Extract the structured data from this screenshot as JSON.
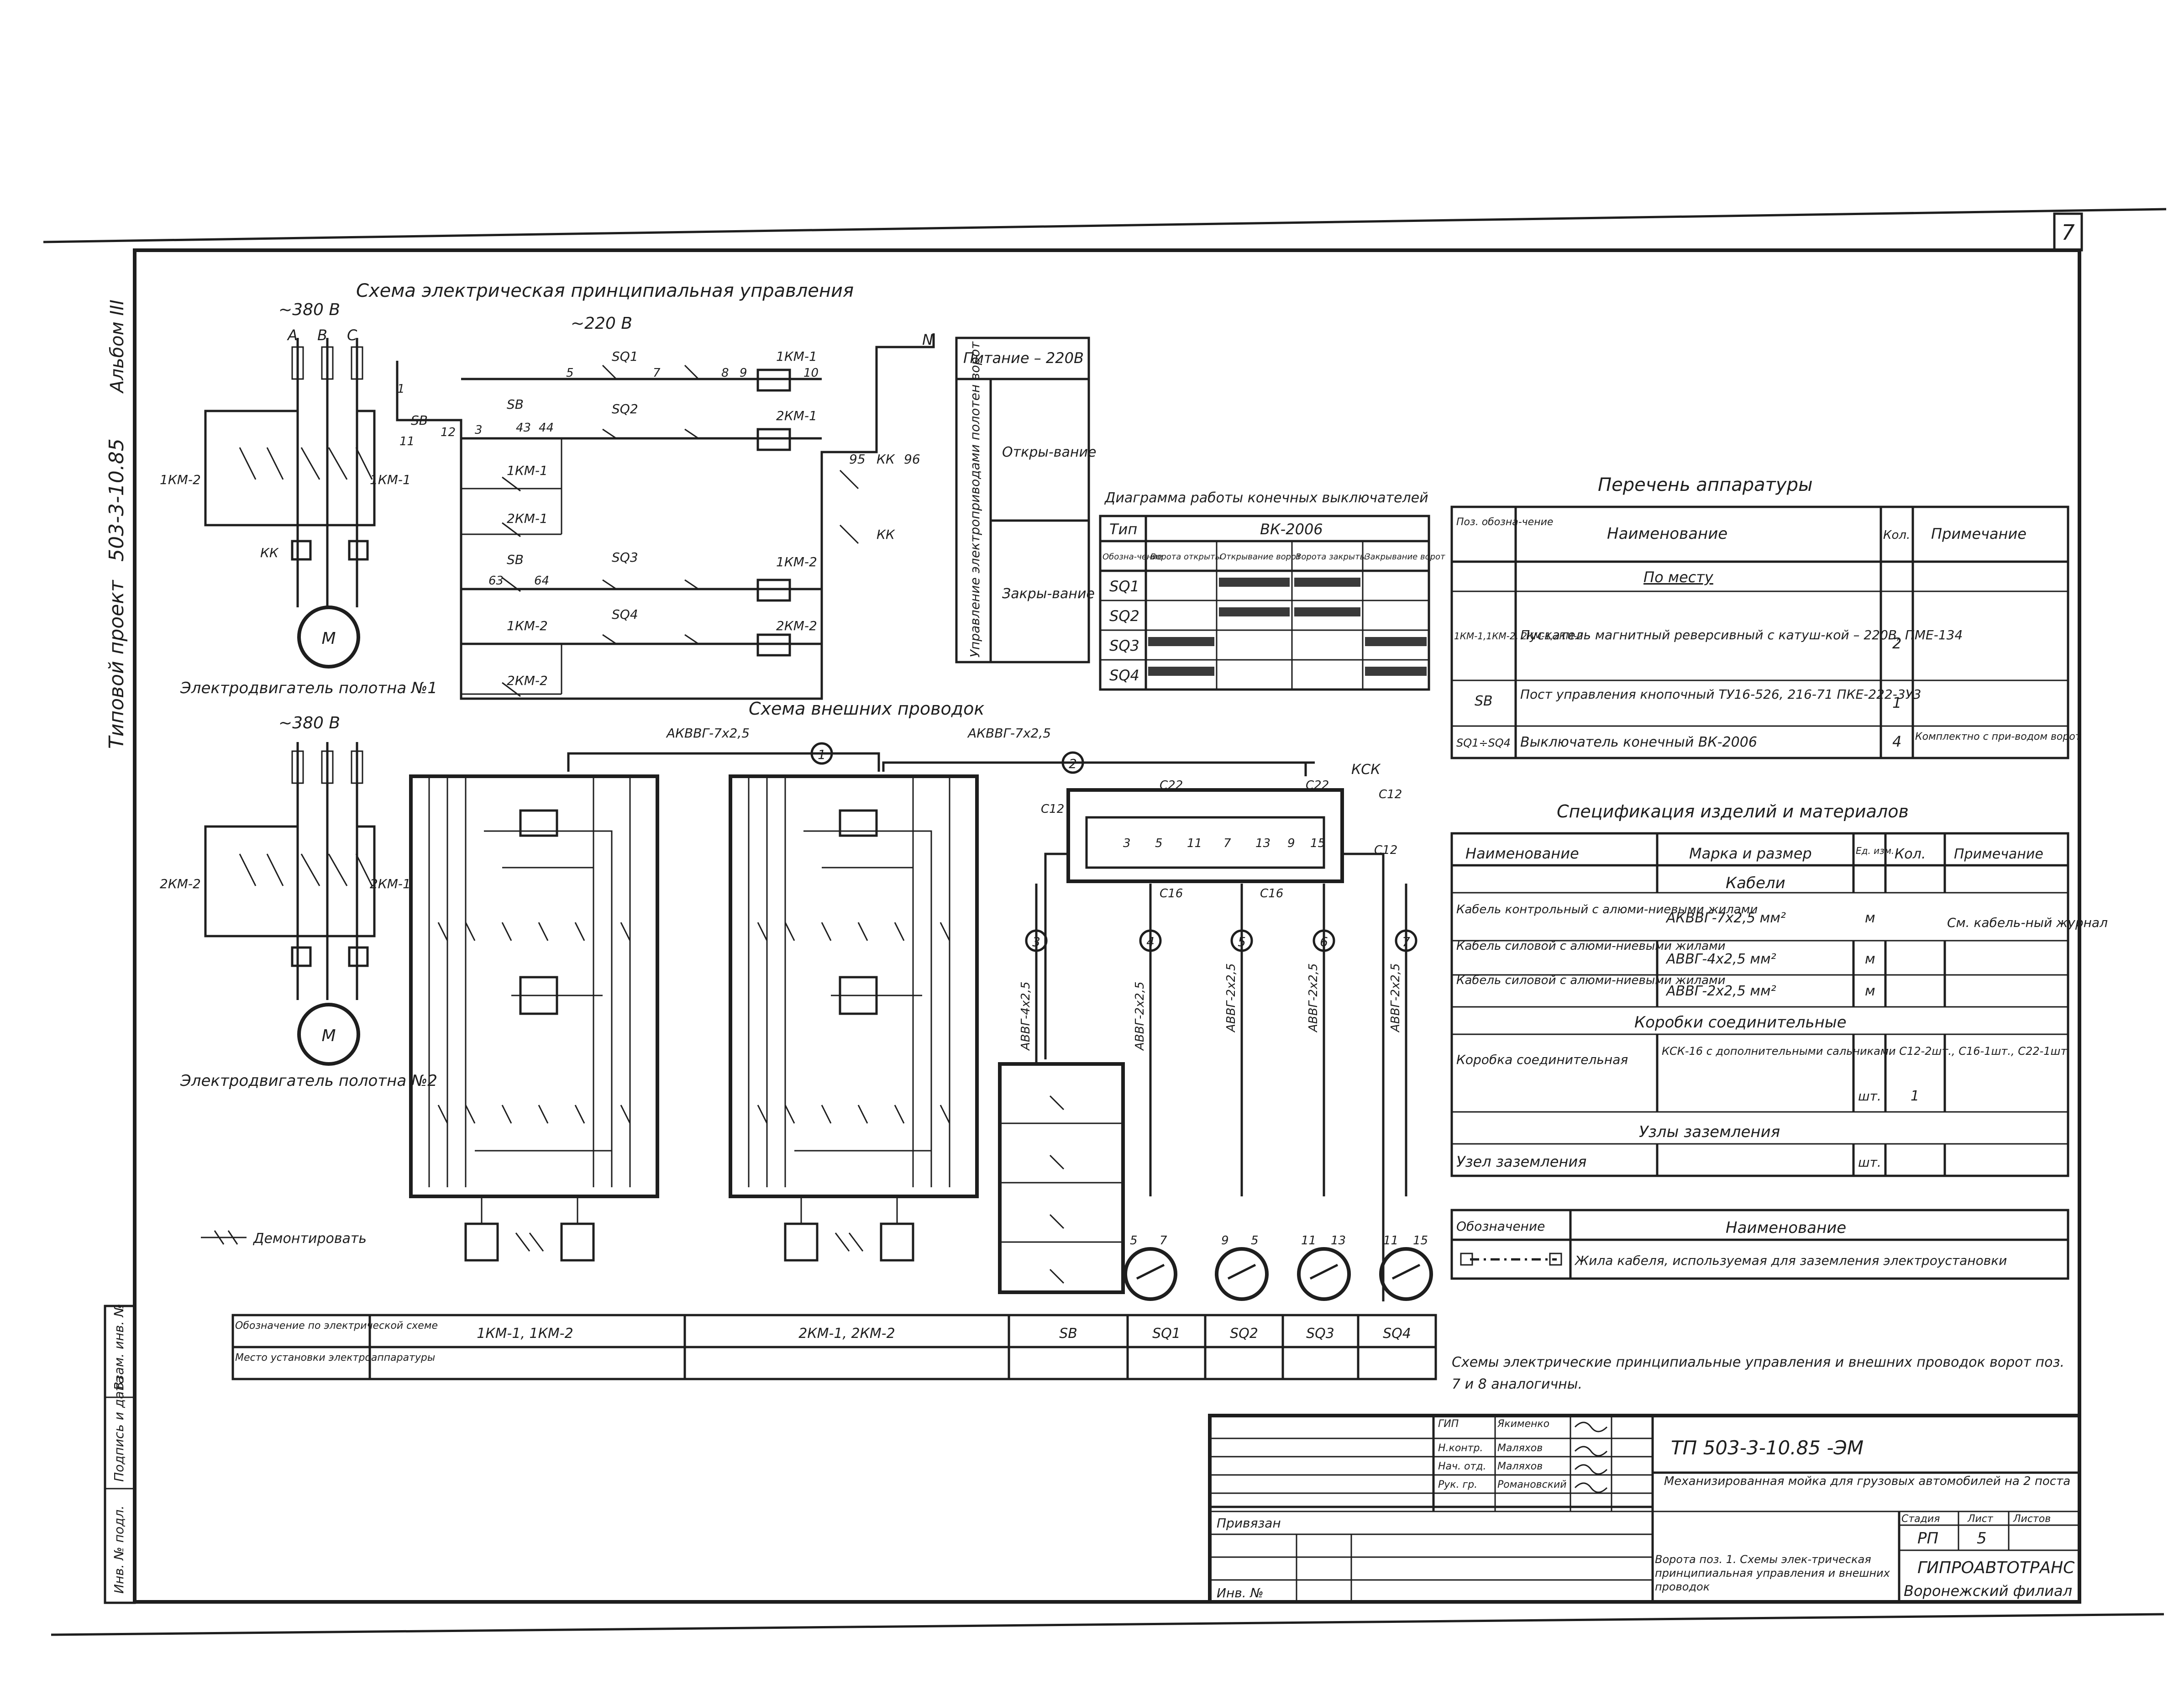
{
  "sheet": {
    "page_number": "7",
    "side_project": "Типовой проект",
    "side_code": "503-3-10.85",
    "side_album": "Альбом III"
  },
  "control_scheme": {
    "title": "Схема электрическая принципиальная управления",
    "supply_380": "~380 В",
    "supply_220": "~220 В",
    "phases": [
      "А",
      "В",
      "С"
    ],
    "neutral": "N",
    "motor_symbol": "М",
    "thermal_relay": "КК",
    "contactor_left": "1КМ-2",
    "contactor_right": "1КМ-1",
    "motor1_label": "Электродвигатель полотна №1",
    "motor2_label": "Электродвигатель полотна №2",
    "contactor2_left": "2КМ-2",
    "contactor2_right": "2КМ-1",
    "nodes": [
      "1",
      "3",
      "5",
      "7",
      "8",
      "9",
      "10",
      "11",
      "12",
      "43",
      "44",
      "63",
      "64",
      "95",
      "96"
    ],
    "elements": [
      "SB",
      "SQ1",
      "SQ2",
      "SQ3",
      "SQ4",
      "1КМ-1",
      "1КМ-2",
      "2КМ-1",
      "2КМ-2",
      "КК"
    ]
  },
  "control_legend": {
    "power": "Питание – 220В",
    "vertical_label": "Управление электроприводами полотен ворот",
    "opening": "Откры-вание",
    "closing": "Закры-вание"
  },
  "switch_diagram": {
    "title": "Диаграмма работы конечных выключателей",
    "col_type": "Тип",
    "type_value": "ВК-2006",
    "col_designation": "Обозна-чение",
    "states": [
      "Ворота открыты",
      "Открывание ворот",
      "Ворота закрыты",
      "Закрывание ворот"
    ],
    "rows": [
      "SQ1",
      "SQ2",
      "SQ3",
      "SQ4"
    ],
    "active": [
      [
        0,
        1,
        1,
        0
      ],
      [
        0,
        1,
        1,
        0
      ],
      [
        1,
        0,
        0,
        1
      ],
      [
        1,
        0,
        0,
        1
      ]
    ]
  },
  "equipment_list": {
    "title": "Перечень аппаратуры",
    "headers": [
      "Поз. обозна-чение",
      "Наименование",
      "Кол.",
      "Примечание"
    ],
    "location": "По месту",
    "rows": [
      {
        "pos": "1КМ-1,1КМ-2, 2КМ-1,2КМ-2",
        "name": "Пускатель магнитный реверсивный с катуш-кой – 220В, ПМЕ-134",
        "qty": "2",
        "note": ""
      },
      {
        "pos": "SB",
        "name": "Пост управления кнопочный ТУ16-526, 216-71 ПКЕ-222-3У3",
        "qty": "1",
        "note": ""
      },
      {
        "pos": "SQ1÷SQ4",
        "name": "Выключатель конечный ВК-2006",
        "qty": "4",
        "note": "Комплектно с при-водом ворот"
      }
    ]
  },
  "specification": {
    "title": "Спецификация изделий и материалов",
    "headers": [
      "Наименование",
      "Марка и размер",
      "Ед. изм.",
      "Кол.",
      "Примечание"
    ],
    "section_cables": "Кабели",
    "cables": [
      {
        "name": "Кабель контрольный с алюми-ниевыми жилами",
        "mark": "АКВВГ-7х2,5 мм²",
        "unit": "м",
        "qty": ""
      },
      {
        "name": "Кабель силовой с алюми-ниевыми жилами",
        "mark": "АВВГ-4х2,5 мм²",
        "unit": "м",
        "qty": ""
      },
      {
        "name": "Кабель силовой с алюми-ниевыми жилами",
        "mark": "АВВГ-2х2,5 мм²",
        "unit": "м",
        "qty": ""
      }
    ],
    "cables_note": "См. кабель-ный журнал",
    "section_boxes": "Коробки соединительные",
    "box": {
      "name": "Коробка соединительная",
      "mark": "КСК-16 с дополнительными сальниками С12-2шт., С16-1шт., С22-1шт.",
      "unit": "шт.",
      "qty": "1"
    },
    "section_ground": "Узлы заземления",
    "ground": {
      "name": "Узел заземления",
      "unit": "шт."
    }
  },
  "designation_legend": {
    "header_symbol": "Обозначение",
    "header_name": "Наименование",
    "text": "Жила кабеля, используемая для заземления электроустановки"
  },
  "wiring_scheme": {
    "title": "Схема внешних проводок",
    "cable1": "АКВВГ-7х2,5",
    "cable2": "АКВВГ-7х2,5",
    "box": "КСК",
    "glands": [
      "С22",
      "С22",
      "С12",
      "С12",
      "С12",
      "С16",
      "С16"
    ],
    "circles": [
      "1",
      "2",
      "3",
      "4",
      "5",
      "6",
      "7"
    ],
    "vertical_cables": [
      "АВВГ-4х2,5",
      "АВВГ-2х2,5",
      "АВВГ-2х2,5",
      "АВВГ-2х2,5",
      "АВВГ-2х2,5"
    ],
    "box_terminals": [
      "3",
      "5",
      "11",
      "7",
      "13",
      "9",
      "15"
    ],
    "limit_pairs": [
      [
        "5",
        "7"
      ],
      [
        "9",
        "5"
      ],
      [
        "11",
        "13"
      ],
      [
        "11",
        "15"
      ]
    ],
    "demount_label": "Демонтировать"
  },
  "install_table": {
    "row1_label": "Обозначение по электрической схеме",
    "row2_label": "Место установки электроаппаратуры",
    "cols": [
      "1КМ-1, 1КМ-2",
      "2КМ-1, 2КМ-2",
      "SB",
      "SQ1",
      "SQ2",
      "SQ3",
      "SQ4"
    ]
  },
  "note": {
    "text": "Схемы электрические принципиальные управления и внешних проводок ворот поз. 7 и 8 аналогичны."
  },
  "title_block": {
    "project_code": "ТП    503-3-10.85    -ЭМ",
    "object": "Механизированная мойка для грузовых автомобилей на 2 поста",
    "stage_header": [
      "Стадия",
      "Лист",
      "Листов"
    ],
    "stage": "РП",
    "sheet": "5",
    "sheets": "",
    "sheet_title": "Ворота поз. 1. Схемы элек-трическая принципиальная управления и внешних проводок",
    "org": "ГИПРОАВТОТРАНС",
    "branch": "Воронежский филиал",
    "signers": [
      {
        "role": "ГИП",
        "name": "Якименко"
      },
      {
        "role": "Н.контр.",
        "name": "Маляхов"
      },
      {
        "role": "Нач. отд.",
        "name": "Маляхов"
      },
      {
        "role": "Рук. гр.",
        "name": "Романовский"
      }
    ],
    "attach": "Привязан",
    "inv": "Инв. №"
  },
  "left_strip": [
    "Инв. № подл.",
    "Подпись и дата",
    "Взам. инв. №"
  ]
}
